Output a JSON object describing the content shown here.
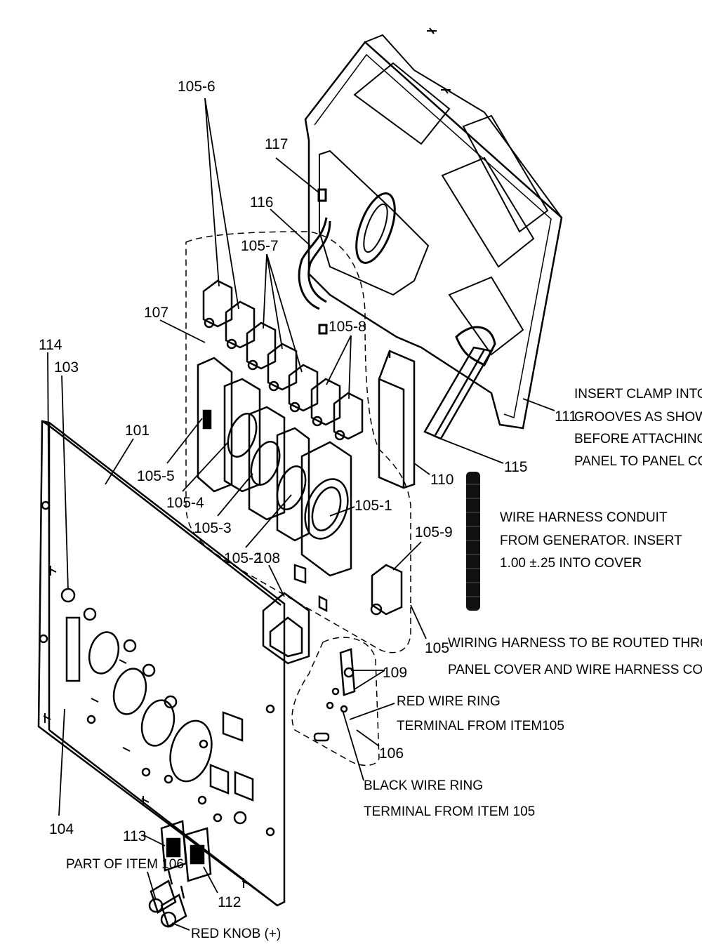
{
  "diagram": {
    "part_labels": {
      "p105_6": "105-6",
      "p117": "117",
      "p116": "116",
      "p105_7": "105-7",
      "p107": "107",
      "p105_8": "105-8",
      "p114": "114",
      "p103": "103",
      "p101": "101",
      "p105_5": "105-5",
      "p105_4": "105-4",
      "p105_3": "105-3",
      "p105_2": "105-2",
      "p108": "108",
      "p105_1": "105-1",
      "p110": "110",
      "p111": "111",
      "p115": "115",
      "p105_9": "105-9",
      "p105": "105",
      "p109": "109",
      "p106": "106",
      "p104": "104",
      "p113": "113",
      "p112": "112"
    },
    "notes": {
      "clamp_1": "INSERT CLAMP INTO",
      "clamp_2": "GROOVES AS SHOWN",
      "clamp_3": "BEFORE ATTACHING",
      "clamp_4": "PANEL TO PANEL COVER",
      "conduit_1": "WIRE HARNESS CONDUIT",
      "conduit_2": "FROM GENERATOR.  INSERT",
      "conduit_3": "1.00 ±.25 INTO COVER",
      "harness_1": "WIRING HARNESS TO BE ROUTED THROUGH",
      "harness_2": "PANEL COVER AND WIRE HARNESS CONDUIT",
      "red_ring_1": "RED WIRE RING",
      "red_ring_2": "TERMINAL FROM ITEM105",
      "black_ring_1": "BLACK WIRE RING",
      "black_ring_2": "TERMINAL FROM ITEM 105",
      "part_of_106": "PART OF ITEM 106",
      "red_knob": "RED KNOB (+)"
    }
  }
}
